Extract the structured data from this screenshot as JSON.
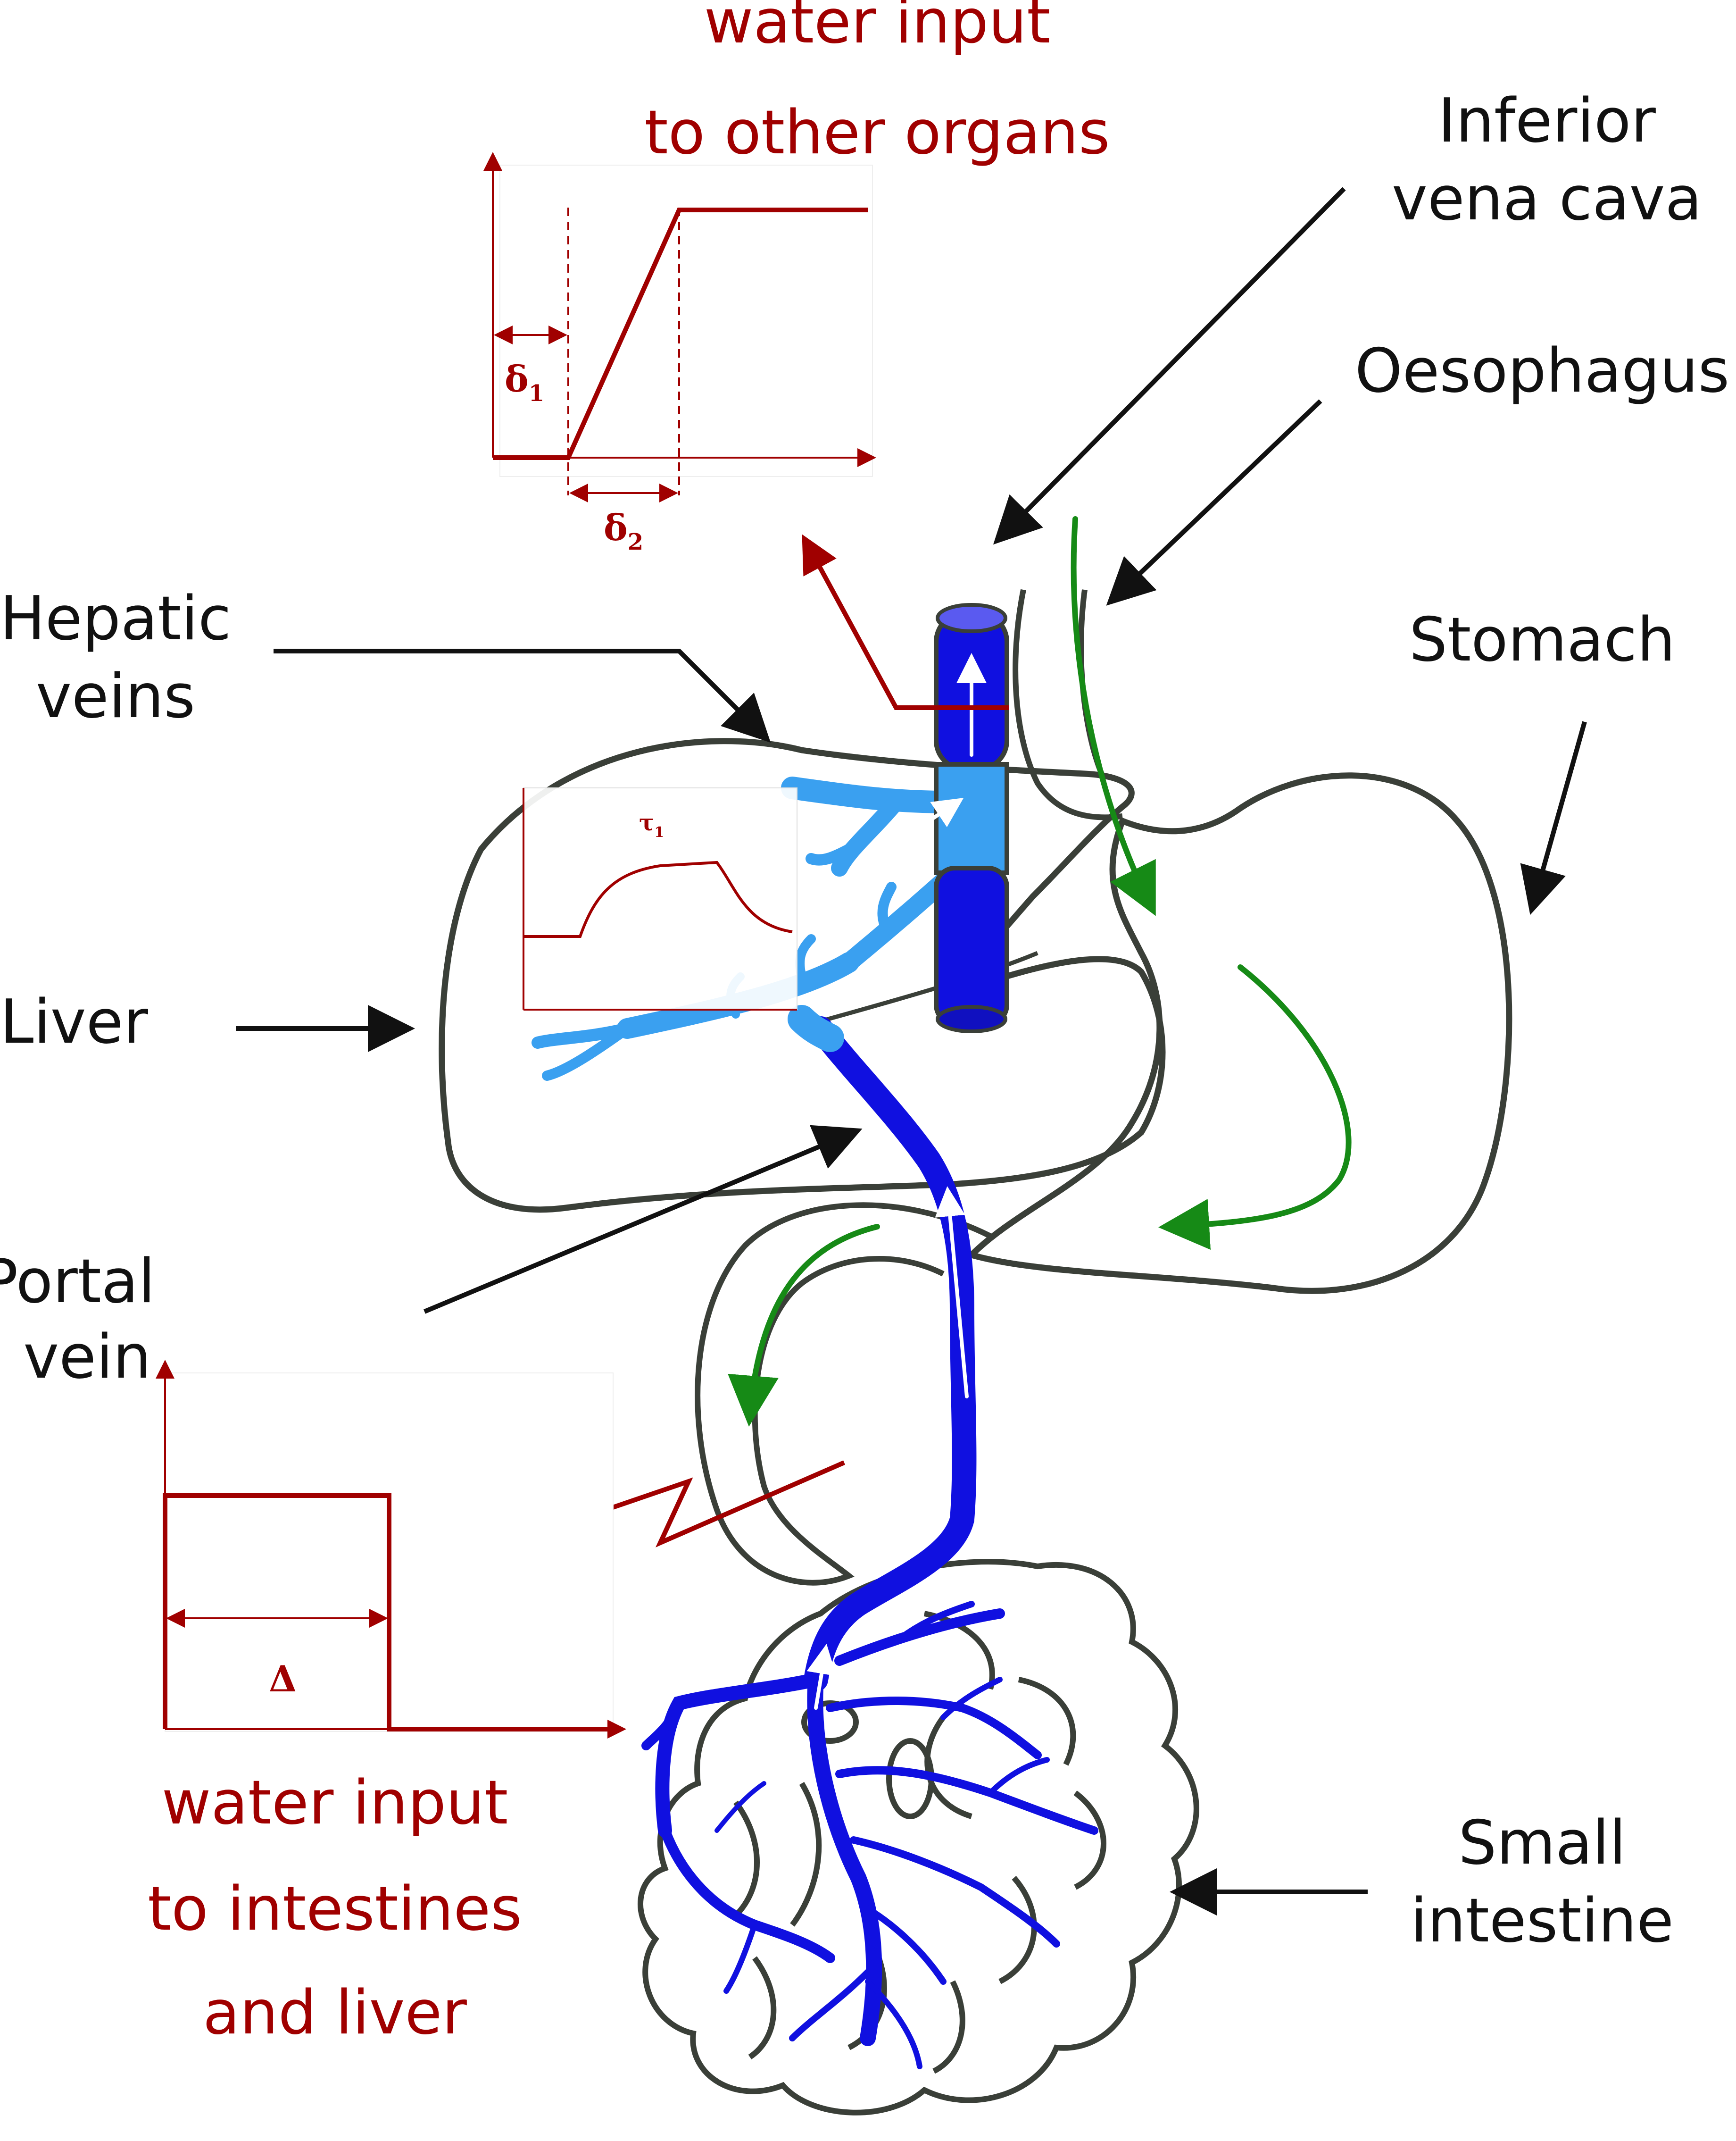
{
  "labels": {
    "top_red_line1": "water input",
    "top_red_line2": "to other organs",
    "ivc_line1": "Inferior",
    "ivc_line2": "vena cava",
    "oesophagus": "Oesophagus",
    "hepatic_line1": "Hepatic",
    "hepatic_line2": "veins",
    "stomach": "Stomach",
    "liver": "Liver",
    "portal_line1": "Portal",
    "portal_line2": "vein",
    "small_intestine_line1": "Small",
    "small_intestine_line2": "intestine",
    "bottom_red_line1": "water input",
    "bottom_red_line2": "to intestines",
    "bottom_red_line3": "and liver"
  },
  "graph_labels": {
    "delta1": "δ",
    "delta1_sub": "1",
    "delta2": "δ",
    "delta2_sub": "2",
    "tau1": "τ",
    "tau1_sub": "1",
    "Delta": "Δ"
  },
  "colors": {
    "red": "#a00000",
    "blue_dark": "#1010e0",
    "blue_light": "#3aa0f0",
    "green": "#168a16",
    "outline": "#3a3f38"
  }
}
